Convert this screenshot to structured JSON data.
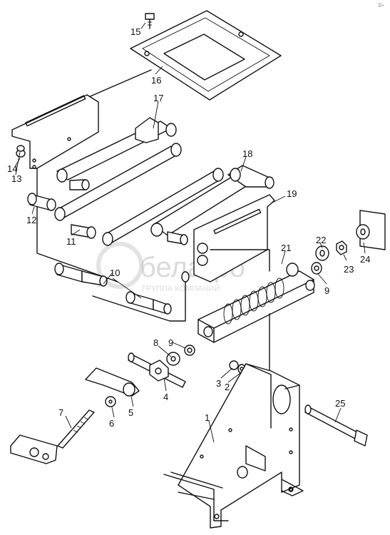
{
  "corner_mark": "=-",
  "watermark": {
    "brand": "белагро",
    "subtitle": "ГРУППА КОМПАНИЙ"
  },
  "callouts": {
    "c1": "1",
    "c2": "2",
    "c3": "3",
    "c4": "4",
    "c5": "5",
    "c6": "6",
    "c7": "7",
    "c8": "8",
    "c9a": "9",
    "c9b": "9",
    "c10": "10",
    "c11": "11",
    "c12": "12",
    "c13": "13",
    "c14": "14",
    "c15": "15",
    "c16": "16",
    "c17": "17",
    "c18": "18",
    "c19": "19",
    "c21": "21",
    "c22": "22",
    "c23": "23",
    "c24": "24",
    "c25": "25"
  }
}
